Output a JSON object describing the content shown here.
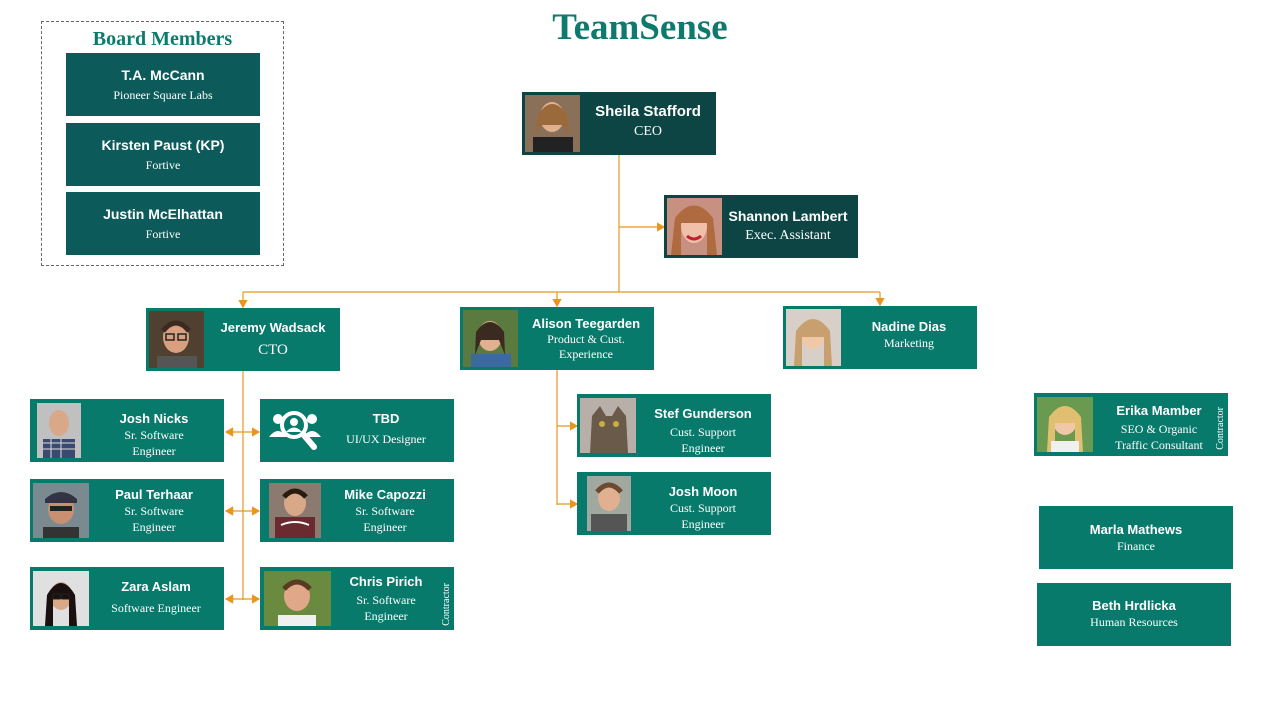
{
  "title": "TeamSense",
  "board": {
    "title": "Board Members",
    "members": [
      {
        "name": "T.A. McCann",
        "org": "Pioneer Square Labs"
      },
      {
        "name": "Kirsten Paust (KP)",
        "org": "Fortive"
      },
      {
        "name": "Justin McElhattan",
        "org": "Fortive"
      }
    ]
  },
  "ceo": {
    "name": "Sheila Stafford",
    "role": "CEO"
  },
  "assistant": {
    "name": "Shannon Lambert",
    "role": "Exec. Assistant"
  },
  "cto": {
    "name": "Jeremy Wadsack",
    "role": "CTO"
  },
  "product": {
    "name": "Alison Teegarden",
    "role_line1": "Product & Cust.",
    "role_line2": "Experience"
  },
  "marketing": {
    "name": "Nadine Dias",
    "role": "Marketing"
  },
  "engineers": {
    "josh_nicks": {
      "name": "Josh  Nicks",
      "role_line1": "Sr. Software",
      "role_line2": "Engineer"
    },
    "tbd": {
      "name": "TBD",
      "role": "UI/UX Designer"
    },
    "paul": {
      "name": "Paul Terhaar",
      "role_line1": "Sr. Software",
      "role_line2": "Engineer"
    },
    "mike": {
      "name": "Mike Capozzi",
      "role_line1": "Sr. Software",
      "role_line2": "Engineer"
    },
    "zara": {
      "name": "Zara Aslam",
      "role": "Software Engineer"
    },
    "chris": {
      "name": "Chris Pirich",
      "role_line1": "Sr. Software",
      "role_line2": "Engineer",
      "tag": "Contractor"
    }
  },
  "support": {
    "stef": {
      "name": "Stef Gunderson",
      "role_line1": "Cust. Support",
      "role_line2": "Engineer"
    },
    "josh_moon": {
      "name": "Josh  Moon",
      "role_line1": "Cust. Support",
      "role_line2": "Engineer"
    }
  },
  "others": {
    "erika": {
      "name": "Erika Mamber",
      "role_line1": "SEO & Organic",
      "role_line2": "Traffic Consultant",
      "tag": "Contractor"
    },
    "marla": {
      "name": "Marla Mathews",
      "role": "Finance"
    },
    "beth": {
      "name": "Beth Hrdlicka",
      "role": "Human Resources"
    }
  },
  "colors": {
    "card": "#087a6c",
    "dark_card": "#0d4545",
    "board_card": "#0d5a5a",
    "connector": "#e8961e",
    "title": "#0e7a6d"
  },
  "icons": {
    "tbd": "user-search-icon"
  }
}
